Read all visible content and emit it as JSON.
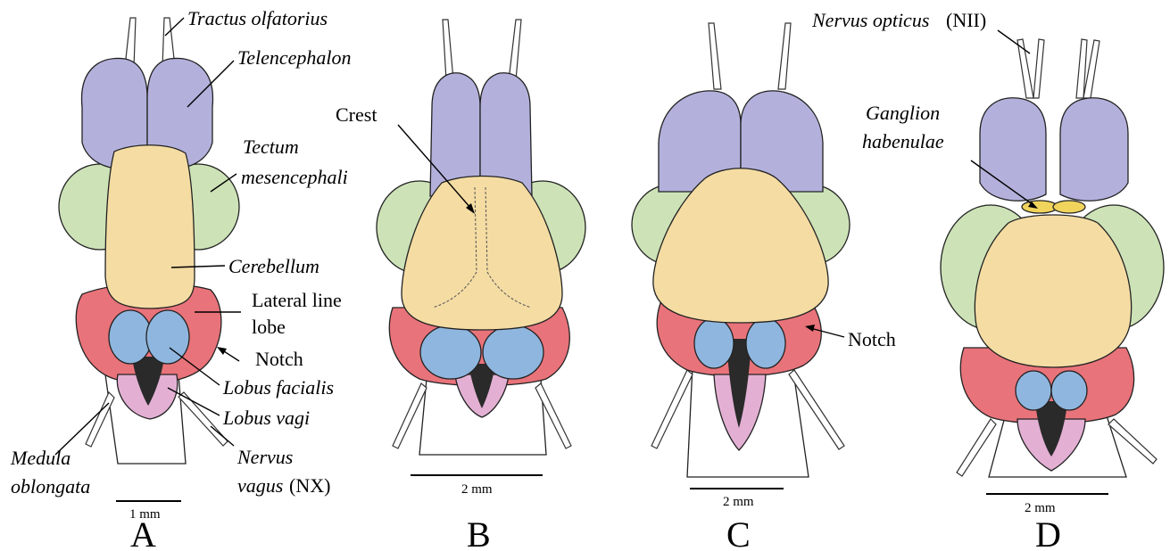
{
  "colors": {
    "telencephalon": "#b3b1dc",
    "tectum": "#cde3b7",
    "cerebellum": "#f4dca3",
    "lateral_line_lobe": "#e9737a",
    "lobus_facialis": "#8fb6de",
    "lobus_vagi": "#e3b0d4",
    "habenulae": "#f0d45c",
    "dark_fill": "#2a2a2a"
  },
  "panels": [
    {
      "letter": "A",
      "scale_label": "1 mm",
      "labels": {
        "tractus": "Tractus olfatorius",
        "telencephalon": "Telencephalon",
        "tectum_1": "Tectum",
        "tectum_2": "mesencephali",
        "cerebellum": "Cerebellum",
        "lateral_line_1": "Lateral line",
        "lateral_line_2": "lobe",
        "notch": "Notch",
        "lobus_facialis": "Lobus facialis",
        "lobus_vagi": "Lobus vagi",
        "medula_1": "Medula",
        "medula_2": "oblongata",
        "nervus_vagus_1": "Nervus",
        "nervus_vagus_2": "vagus",
        "nervus_vagus_3": "(NX)"
      }
    },
    {
      "letter": "B",
      "scale_label": "2 mm",
      "labels": {
        "crest": "Crest"
      }
    },
    {
      "letter": "C",
      "scale_label": "2 mm",
      "labels": {
        "notch": "Notch"
      }
    },
    {
      "letter": "D",
      "scale_label": "2 mm",
      "labels": {
        "nervus_opticus_1": "Nervus opticus",
        "nervus_opticus_2": "(NII)",
        "ganglion_1": "Ganglion",
        "ganglion_2": "habenulae"
      }
    }
  ]
}
